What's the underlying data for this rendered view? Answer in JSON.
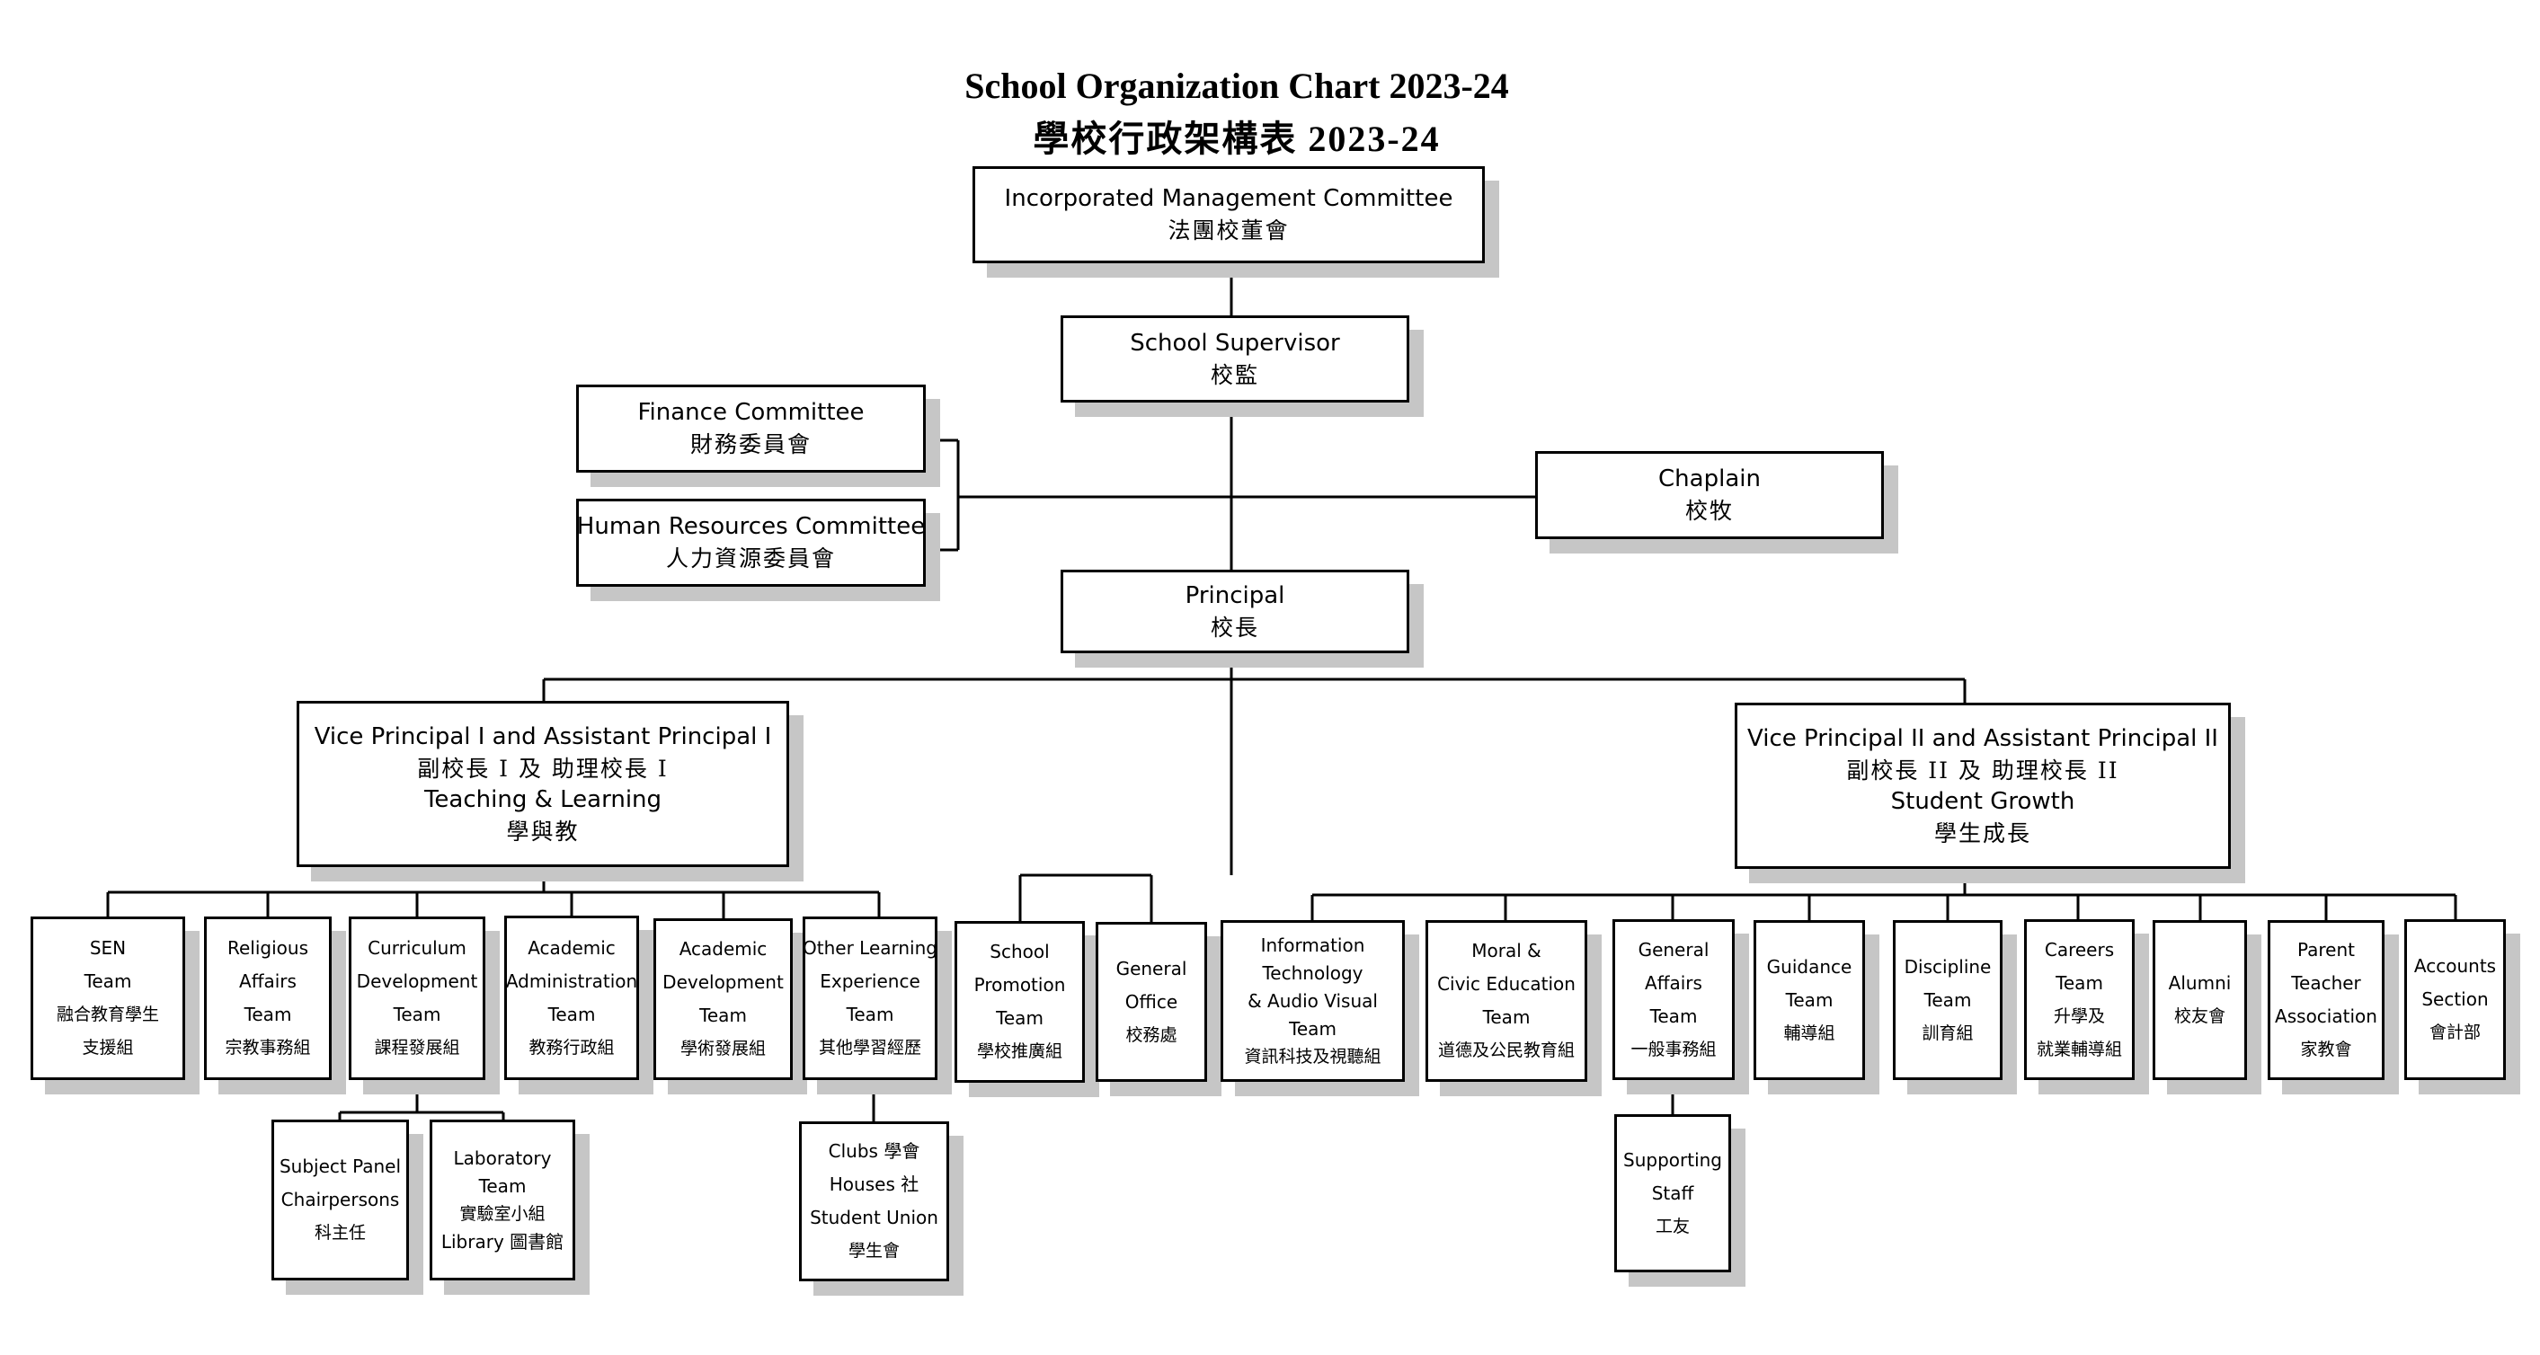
{
  "title_en": "School Organization Chart 2023-24",
  "title_zh": "學校行政架構表 2023-24",
  "imc": {
    "en": "Incorporated Management Committee",
    "zh": "法團校董會"
  },
  "supervisor": {
    "en": "School Supervisor",
    "zh": "校監"
  },
  "finance": {
    "en": "Finance Committee",
    "zh": "財務委員會"
  },
  "hr": {
    "en": "Human Resources Committee",
    "zh": "人力資源委員會"
  },
  "chaplain": {
    "en": "Chaplain",
    "zh": "校牧"
  },
  "principal": {
    "en": "Principal",
    "zh": "校長"
  },
  "vp1": {
    "l1": "Vice Principal I and Assistant Principal I",
    "l2": "副校長 I 及 助理校長 I",
    "l3": "Teaching & Learning",
    "l4": "學與教"
  },
  "vp2": {
    "l1": "Vice Principal II and Assistant Principal II",
    "l2": "副校長 II 及 助理校長 II",
    "l3": "Student Growth",
    "l4": "學生成長"
  },
  "teams": {
    "sen": [
      "SEN",
      "Team",
      "融合教育學生",
      "支援組"
    ],
    "religious": [
      "Religious",
      "Affairs",
      "Team",
      "宗教事務組"
    ],
    "curriculum": [
      "Curriculum",
      "Development",
      "Team",
      "課程發展組"
    ],
    "academic_admin": [
      "Academic",
      "Administration",
      "Team",
      "教務行政組"
    ],
    "academic_dev": [
      "Academic",
      "Development",
      "Team",
      "學術發展組"
    ],
    "ole": [
      "Other Learning",
      "Experience",
      "Team",
      "其他學習經歷"
    ],
    "promotion": [
      "School",
      "Promotion",
      "Team",
      "學校推廣組"
    ],
    "office": [
      "General",
      "Office",
      "校務處"
    ],
    "it": [
      "Information",
      "Technology",
      "& Audio Visual",
      "Team",
      "資訊科技及視聽組"
    ],
    "moral": [
      "Moral &",
      "Civic Education",
      "Team",
      "道德及公民教育組"
    ],
    "general_affairs": [
      "General",
      "Affairs",
      "Team",
      "一般事務組"
    ],
    "guidance": [
      "Guidance",
      "Team",
      "輔導組"
    ],
    "discipline": [
      "Discipline",
      "Team",
      "訓育組"
    ],
    "careers": [
      "Careers",
      "Team",
      "升學及",
      "就業輔導組"
    ],
    "alumni": [
      "Alumni",
      "校友會"
    ],
    "pta": [
      "Parent",
      "Teacher",
      "Association",
      "家教會"
    ],
    "accounts": [
      "Accounts",
      "Section",
      "會計部"
    ],
    "subject_panel": [
      "Subject Panel",
      "Chairpersons",
      "科主任"
    ],
    "laboratory": [
      "Laboratory",
      "Team",
      "實驗室小組",
      "Library  圖書館"
    ],
    "clubs": [
      "Clubs  學會",
      "Houses  社",
      "Student Union",
      "學生會"
    ],
    "supporting": [
      "Supporting",
      "Staff",
      "工友"
    ]
  }
}
